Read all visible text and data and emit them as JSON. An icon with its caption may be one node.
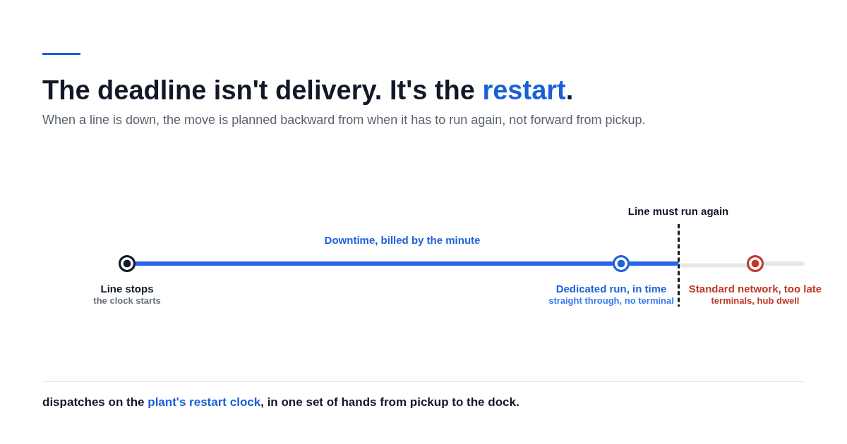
{
  "diagram": {
    "title": "The deadline isn't delivery. It's the **restart**.",
    "nodes": [
      {
        "text": [],
        "shape": "circle",
        "beside": [
          "Line stops",
          "the clock starts"
        ]
      },
      {
        "text": [],
        "shape": "circle",
        "beside": [
          "Dedicated run, in time",
          "straight through, no terminal"
        ]
      },
      {
        "text": [],
        "shape": "line",
        "beside": [
          "Line must run again"
        ]
      },
      {
        "text": [],
        "shape": "circle",
        "beside": [
          "Standard network, too late",
          "terminals, hub dwell"
        ]
      }
    ],
    "edges": [
      {
        "from": 0,
        "to": 1,
        "arrow": "none",
        "label": "Downtime, billed by the minute",
        "color": "#2563eb"
      },
      {
        "from": 1,
        "to": 2,
        "arrow": "none",
        "color": "#2563eb"
      },
      {
        "from": 2,
        "to": 3,
        "arrow": "none",
        "color": "#e5e7eb"
      },
      {
        "from": 3,
        "to": null,
        "arrow": "none",
        "color": "#e5e7eb"
      }
    ],
    "labels": [
      "When a line is down, the move is planned backward from when it has to run again, not forward from pickup.",
      "dispatches on the **plant's restart clock**, in one set of hands from pickup to the dock."
    ]
  }
}
